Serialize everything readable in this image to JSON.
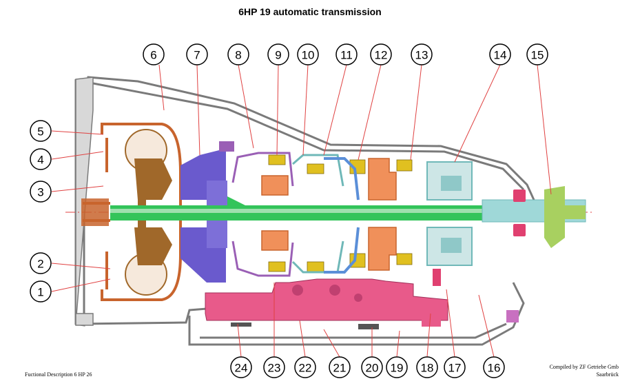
{
  "title": "6HP 19 automatic transmission",
  "callouts": [
    "1",
    "2",
    "3",
    "4",
    "5",
    "6",
    "7",
    "8",
    "9",
    "10",
    "11",
    "12",
    "13",
    "14",
    "15",
    "16",
    "17",
    "18",
    "19",
    "20",
    "21",
    "22",
    "23",
    "24"
  ],
  "footer_left": "Fuctional Description 6 HP 26",
  "footer_right_line1": "Compiled by ZF Getriebe Gmb",
  "footer_right_line2": "Saarbrück",
  "colors": {
    "housing": "#7a7a7a",
    "torque_converter": "#c8642d",
    "turbine": "#a0682a",
    "oil_pump": "#6a5acd",
    "shaft": "#33c45a",
    "valve_body": "#e85a8a",
    "planet_sets": "#f0905a",
    "clutch_discs": "#e0c020",
    "output": "#a8d060",
    "outline_purple": "#9a5fb5",
    "blue_parts": "#5b8fd8",
    "teal_parts": "#8fc8c8",
    "bearing": "#e04070",
    "centerline": "#e04040"
  }
}
